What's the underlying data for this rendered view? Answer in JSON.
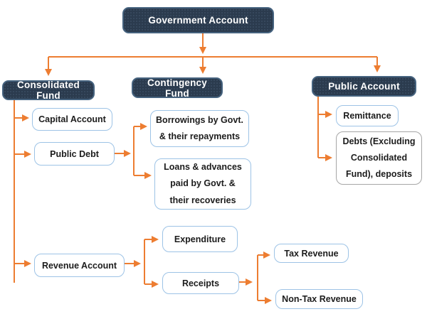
{
  "diagram": {
    "title": "Government Account organisation chart"
  },
  "palette": {
    "accent_orange": "#ED7D31",
    "navy": "#2b3b4e",
    "blue_border": "#9DC3E6",
    "gray_border": "#A6A6A6"
  },
  "nodes": {
    "government": {
      "label": "Government Account"
    },
    "consolidated": {
      "label": "Consolidated Fund"
    },
    "contingency": {
      "label": "Contingency Fund"
    },
    "public_account": {
      "label": "Public Account"
    },
    "capital_account": {
      "label": "Capital Account"
    },
    "public_debt": {
      "label": "Public Debt"
    },
    "borrowings": {
      "label": "Borrowings by Govt. & their repayments"
    },
    "loans": {
      "label": "Loans & advances paid by Govt. & their recoveries"
    },
    "remittance": {
      "label": "Remittance"
    },
    "debts": {
      "label": "Debts (Excluding Consolidated Fund), deposits"
    },
    "revenue_account": {
      "label": "Revenue Account"
    },
    "expenditure": {
      "label": "Expenditure"
    },
    "receipts": {
      "label": "Receipts"
    },
    "tax_revenue": {
      "label": "Tax Revenue"
    },
    "non_tax_revenue": {
      "label": "Non-Tax Revenue"
    }
  }
}
